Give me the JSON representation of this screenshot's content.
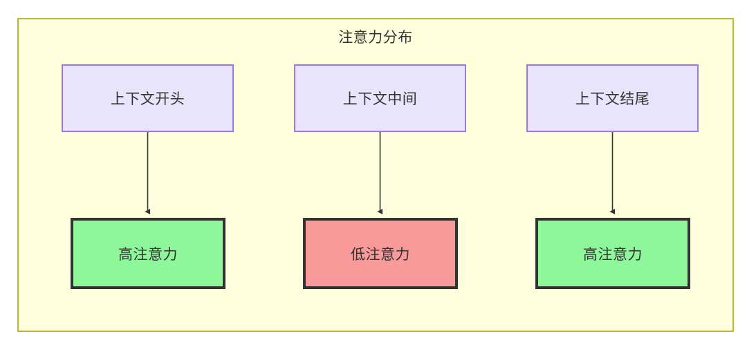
{
  "diagram": {
    "title": "注意力分布",
    "background_color": "#ffffdd",
    "border_color": "#bbbb33",
    "text_color": "#333333",
    "context_nodes": [
      {
        "id": "ctx-start",
        "label": "上下文开头",
        "fill": "#e8e4fb",
        "stroke": "#9a77e8"
      },
      {
        "id": "ctx-middle",
        "label": "上下文中间",
        "fill": "#e8e4fb",
        "stroke": "#9a77e8"
      },
      {
        "id": "ctx-end",
        "label": "上下文结尾",
        "fill": "#e8e4fb",
        "stroke": "#9a77e8"
      }
    ],
    "attention_nodes": [
      {
        "id": "attn-start",
        "label": "高注意力",
        "fill": "#8ef79a",
        "stroke": "#333333",
        "level": "high"
      },
      {
        "id": "attn-middle",
        "label": "低注意力",
        "fill": "#f89a9a",
        "stroke": "#333333",
        "level": "low"
      },
      {
        "id": "attn-end",
        "label": "高注意力",
        "fill": "#8ef79a",
        "stroke": "#333333",
        "level": "high"
      }
    ],
    "edges": [
      {
        "from": "ctx-start",
        "to": "attn-start",
        "label": ""
      },
      {
        "from": "ctx-middle",
        "to": "attn-middle",
        "label": ""
      },
      {
        "from": "ctx-end",
        "to": "attn-end",
        "label": ""
      }
    ],
    "edge_color": "#333333"
  }
}
